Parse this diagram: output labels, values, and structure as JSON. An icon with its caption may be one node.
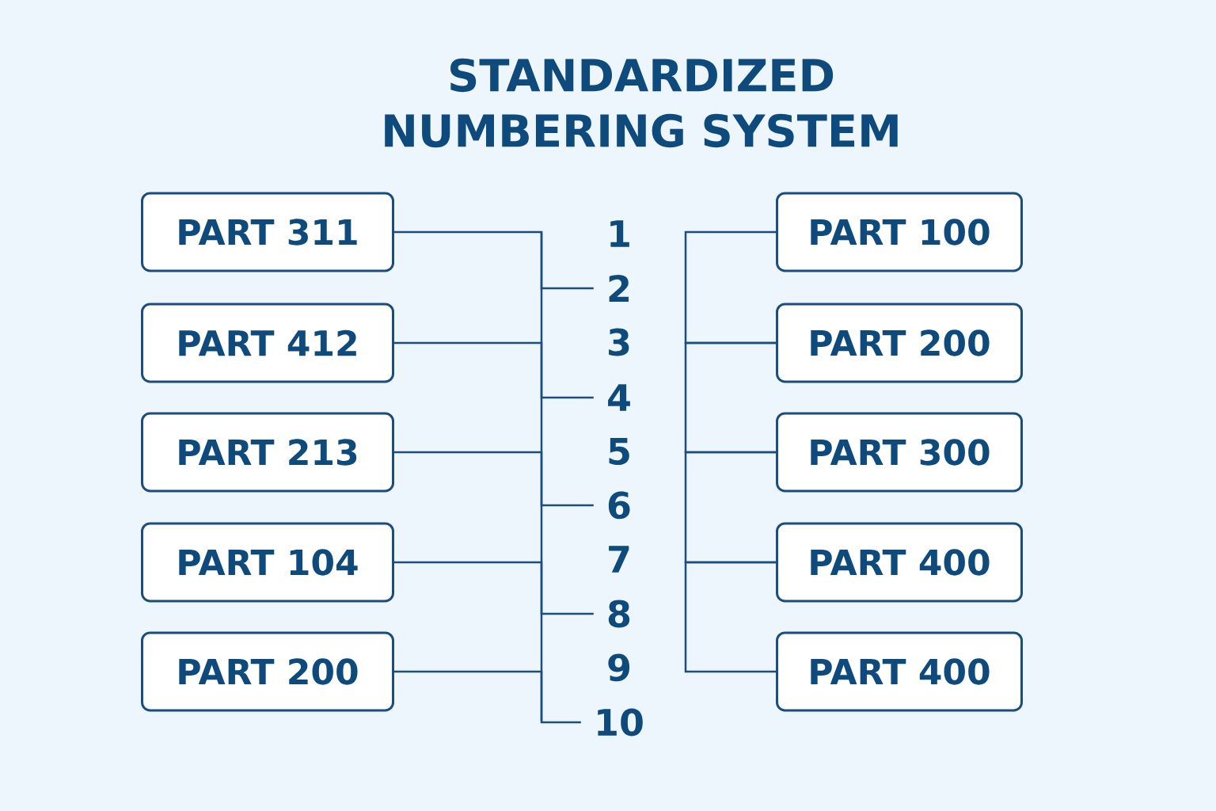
{
  "diagram": {
    "title": "STANDARDIZED NUMBERING SYSTEM",
    "nodes": [
      {
        "text": [
          "PART 311"
        ]
      },
      {
        "text": [
          "PART 412"
        ]
      },
      {
        "text": [
          "PART 213"
        ]
      },
      {
        "text": [
          "PART 104"
        ]
      },
      {
        "text": [
          "PART 200"
        ]
      },
      {
        "text": [
          "PART 100"
        ]
      },
      {
        "text": [
          "PART 200"
        ]
      },
      {
        "text": [
          "PART 300"
        ]
      },
      {
        "text": [
          "PART 400"
        ]
      },
      {
        "text": [
          "PART 400"
        ]
      },
      {
        "text": [
          "2"
        ]
      },
      {
        "text": [
          "4"
        ]
      },
      {
        "text": [
          "6"
        ]
      },
      {
        "text": [
          "8"
        ]
      },
      {
        "text": [
          "10"
        ]
      }
    ],
    "edges": [
      {
        "from": 0,
        "to": 10,
        "arrow": "none"
      },
      {
        "from": 1,
        "to": 11,
        "arrow": "none"
      },
      {
        "from": 2,
        "to": 12,
        "arrow": "none"
      },
      {
        "from": 3,
        "to": 13,
        "arrow": "none"
      },
      {
        "from": 4,
        "to": 14,
        "arrow": "none"
      },
      {
        "from": 5,
        "to": 6,
        "arrow": "none"
      },
      {
        "from": 6,
        "to": 7,
        "arrow": "none"
      },
      {
        "from": 7,
        "to": 8,
        "arrow": "none"
      },
      {
        "from": 8,
        "to": 9,
        "arrow": "none"
      }
    ],
    "labels": [
      "1",
      "3",
      "5",
      "7",
      "9"
    ]
  }
}
